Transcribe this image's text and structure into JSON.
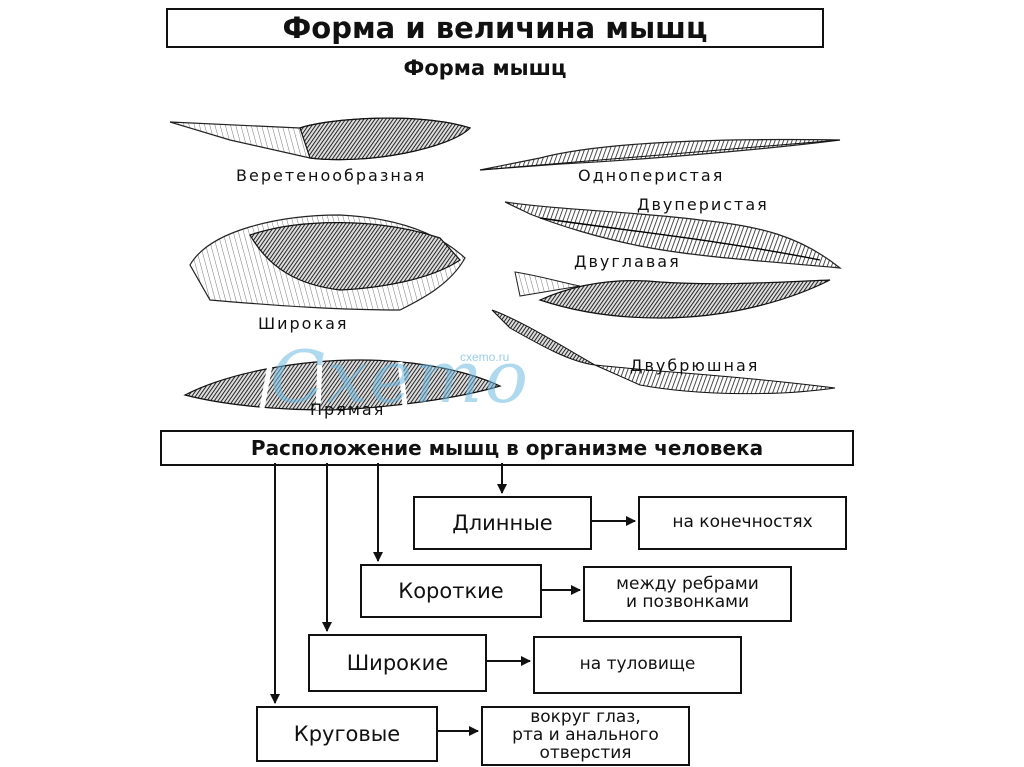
{
  "title": "Форма и величина мышц",
  "subtitle": "Форма мышц",
  "muscle_shapes": [
    {
      "label": "Веретенообразная"
    },
    {
      "label": "Одноперистая"
    },
    {
      "label": "Двуперистая"
    },
    {
      "label": "Двуглавая"
    },
    {
      "label": "Широкая"
    },
    {
      "label": "Двубрюшная"
    },
    {
      "label": "Прямая"
    }
  ],
  "watermark": {
    "logo": "Cxemo",
    "url": "cxemo.ru"
  },
  "placement": {
    "title": "Расположение мышц в организме человека",
    "rows": [
      {
        "category": "Длинные",
        "location": [
          "на конечностях"
        ]
      },
      {
        "category": "Короткие",
        "location": [
          "между ребрами",
          "и позвонками"
        ]
      },
      {
        "category": "Широкие",
        "location": [
          "на туловище"
        ]
      },
      {
        "category": "Круговые",
        "location": [
          "вокруг глаз,",
          "рта и анального",
          "отверстия"
        ]
      }
    ]
  }
}
